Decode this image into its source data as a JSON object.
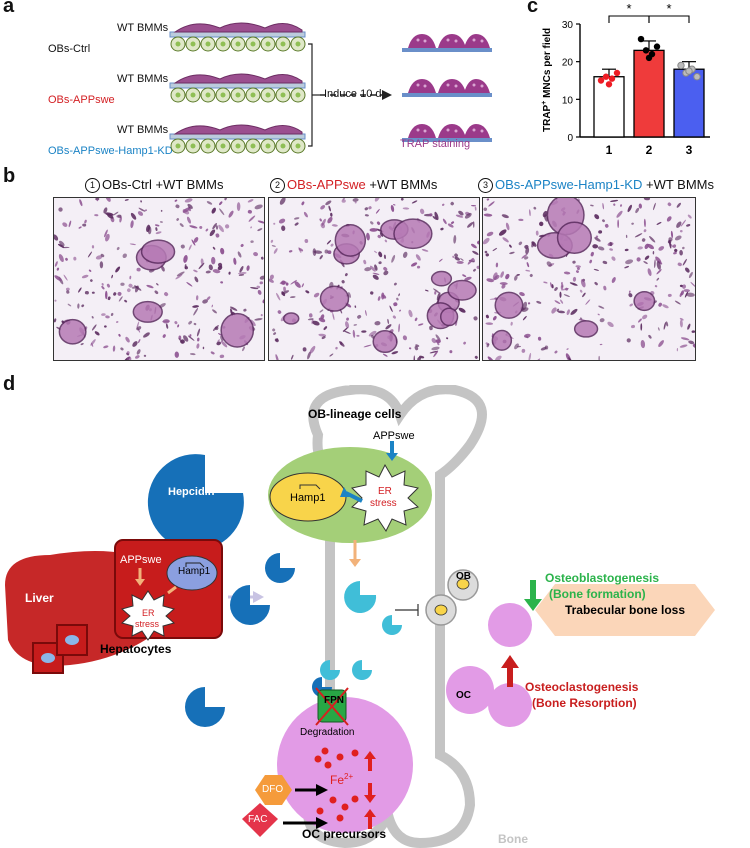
{
  "panels": {
    "a": "a",
    "b": "b",
    "c": "c",
    "d": "d"
  },
  "panel_a": {
    "rows": [
      {
        "top_label": "WT BMMs",
        "side_label": "OBs-Ctrl",
        "side_color": "#111111"
      },
      {
        "top_label": "WT BMMs",
        "side_label": "OBs-APPswe",
        "side_color": "#d32024"
      },
      {
        "top_label": "WT BMMs",
        "side_label": "OBs-APPswe-Hamp1-KD",
        "side_color": "#1b83c5"
      }
    ],
    "induce_label": "Induce 10 d",
    "trap_label": "TRAP staining",
    "colors": {
      "cell_green": "#dfe8c8",
      "cell_purple": "#9b4f8f",
      "dish_blue": "#6a8fc9",
      "trap": "#9b3a8a"
    }
  },
  "panel_b": {
    "titles": [
      {
        "num": "1",
        "a": "OBs-Ctrl",
        "b": " +WT BMMs",
        "color": "#111111"
      },
      {
        "num": "2",
        "a": "OBs-APPswe",
        "b": " +WT BMMs",
        "color": "#d32024"
      },
      {
        "num": "3",
        "a": "OBs-APPswe-Hamp1-KD",
        "b": " +WT BMMs",
        "color": "#1b83c5"
      }
    ]
  },
  "chart_data": {
    "type": "bar",
    "categories": [
      "1",
      "2",
      "3"
    ],
    "values": [
      16,
      23,
      18
    ],
    "errors": [
      2,
      2.5,
      2
    ],
    "colors": [
      "#ffffff",
      "#ef3b3b",
      "#4b5ff0"
    ],
    "points": [
      [
        15,
        16,
        15.5,
        17,
        14
      ],
      [
        26,
        23,
        22,
        24,
        21
      ],
      [
        19,
        17,
        18,
        16,
        17.5
      ]
    ],
    "point_colors": [
      "#ee1c24",
      "#000000",
      "#bbbbbb"
    ],
    "ylabel_pre": "TRAP",
    "ylabel_sup": "+",
    "ylabel_post": " MNCs per field",
    "ylim": [
      0,
      30
    ],
    "yticks": [
      "0",
      "10",
      "20",
      "30"
    ],
    "sig": [
      "*",
      "*"
    ]
  },
  "panel_d": {
    "ob_lineage": "OB-lineage cells",
    "appswe": "APPswe",
    "hamp1": "Hamp1",
    "er": "ER",
    "stress": "stress",
    "hepcidin": "Hepcidin",
    "liver": "Liver",
    "hep_appswe": "APPswe",
    "hep_hamp1": "Hamp1",
    "hep_er": "ER",
    "hep_stress": "stress",
    "hepatocytes": "Hepatocytes",
    "ob": "OB",
    "osteoblastogenesis": "Osteoblastogenesis",
    "bone_formation": "(Bone formation)",
    "trabecular": "Trabecular bone loss",
    "fpn": "FPN",
    "degradation": "Degradation",
    "fe": "Fe",
    "fe_sup": "2+",
    "oc": "OC",
    "osteoclastogenesis": "Osteoclastogenesis",
    "bone_resorption": "(Bone Resorption)",
    "dfo": "DFO",
    "fac": "FAC",
    "oc_precursors": "OC precursors",
    "bone": "Bone",
    "colors": {
      "green_text": "#2bb34b",
      "red_text": "#c81e1e",
      "hepcidin": "#1670b8",
      "liver": "#c62828",
      "green_cell": "#a4cf78",
      "purple": "#e29be6"
    }
  }
}
